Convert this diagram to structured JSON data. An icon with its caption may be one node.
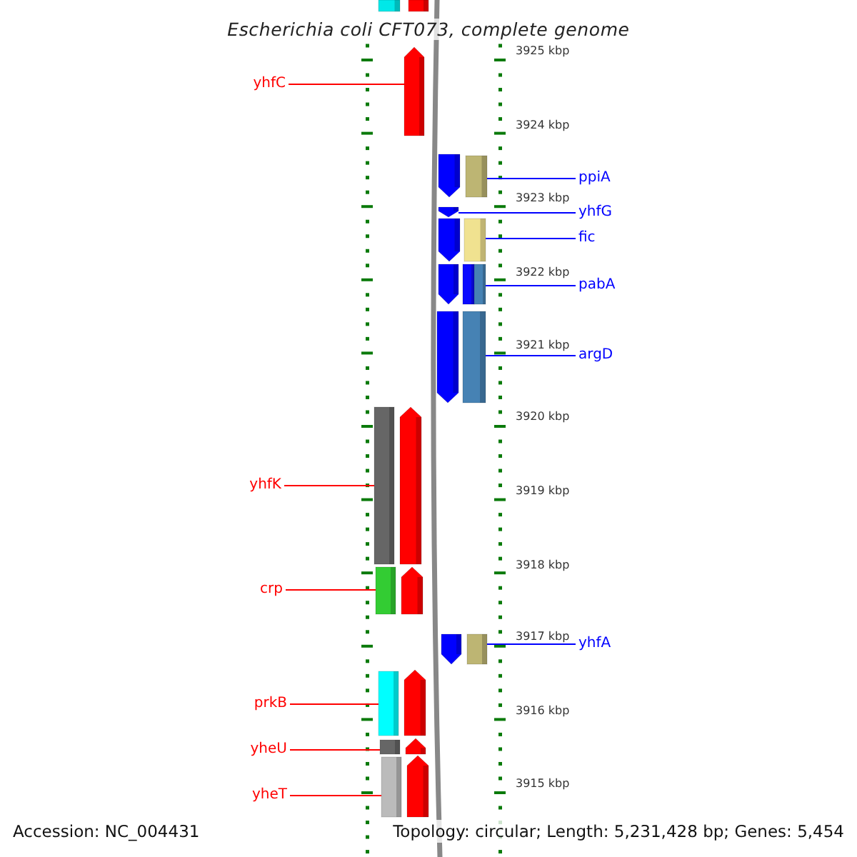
{
  "diagram": {
    "title": "Escherichia coli CFT073, complete genome",
    "nodes": [
      {
        "text": [
          "yhfC"
        ]
      },
      {
        "text": [
          "yhfK"
        ]
      },
      {
        "text": [
          "crp"
        ]
      },
      {
        "text": [
          "prkB"
        ]
      },
      {
        "text": [
          "yheU"
        ]
      },
      {
        "text": [
          "yheT"
        ]
      },
      {
        "text": [
          "ppiA"
        ]
      },
      {
        "text": [
          "yhfG"
        ]
      },
      {
        "text": [
          "fic"
        ]
      },
      {
        "text": [
          "pabA"
        ]
      },
      {
        "text": [
          "argD"
        ]
      },
      {
        "text": [
          "yhfA"
        ]
      },
      {
        "text": [],
        "shape": "bar"
      },
      {
        "text": [],
        "shape": "bar"
      },
      {
        "text": [],
        "shape": "bar"
      },
      {
        "text": [],
        "shape": "bar"
      },
      {
        "text": [],
        "shape": "bar"
      },
      {
        "text": [],
        "shape": "bar"
      },
      {
        "text": [],
        "shape": "bar"
      },
      {
        "text": [],
        "shape": "pentagon"
      },
      {
        "text": [],
        "shape": "pentagon"
      },
      {
        "text": [],
        "shape": "pentagon"
      },
      {
        "text": [],
        "shape": "pentagon"
      },
      {
        "text": [],
        "shape": "pentagon"
      },
      {
        "text": [],
        "shape": "pentagon"
      },
      {
        "text": [],
        "shape": "pentagon"
      },
      {
        "text": [],
        "shape": "pentagon"
      },
      {
        "text": [],
        "shape": "pentagon"
      },
      {
        "text": [],
        "shape": "pentagon"
      },
      {
        "text": [],
        "shape": "pentagon"
      },
      {
        "text": [],
        "shape": "pentagon"
      },
      {
        "text": [],
        "shape": "bar"
      },
      {
        "text": [],
        "shape": "bar"
      },
      {
        "text": [],
        "shape": "bar"
      },
      {
        "text": [],
        "shape": "bar"
      },
      {
        "text": [],
        "shape": "bar"
      },
      {
        "text": [],
        "shape": "bar"
      }
    ],
    "edges": [
      {
        "from": 0,
        "to": 19,
        "arrow": "none",
        "color": "#ff0000"
      },
      {
        "from": 1,
        "to": 13,
        "arrow": "none",
        "color": "#ff0000"
      },
      {
        "from": 2,
        "to": 14,
        "arrow": "none",
        "color": "#ff0000"
      },
      {
        "from": 3,
        "to": 15,
        "arrow": "none",
        "color": "#ff0000"
      },
      {
        "from": 4,
        "to": 16,
        "arrow": "none",
        "color": "#ff0000"
      },
      {
        "from": 5,
        "to": 17,
        "arrow": "none",
        "color": "#ff0000"
      },
      {
        "from": 6,
        "to": 31,
        "arrow": "none",
        "color": "#0000ff"
      },
      {
        "from": 7,
        "to": 26,
        "arrow": "none",
        "color": "#0000ff"
      },
      {
        "from": 8,
        "to": 32,
        "arrow": "none",
        "color": "#0000ff"
      },
      {
        "from": 9,
        "to": 34,
        "arrow": "none",
        "color": "#0000ff"
      },
      {
        "from": 10,
        "to": 35,
        "arrow": "none",
        "color": "#0000ff"
      },
      {
        "from": 11,
        "to": 36,
        "arrow": "none",
        "color": "#0000ff"
      }
    ],
    "labels": [
      "3925 kbp",
      "3924 kbp",
      "3923 kbp",
      "3922 kbp",
      "3921 kbp",
      "3920 kbp",
      "3919 kbp",
      "3918 kbp",
      "3917 kbp",
      "3916 kbp",
      "3915 kbp",
      "Accession: NC_004431",
      "Topology: circular; Length: 5,231,428 bp; Genes: 5,454"
    ]
  }
}
